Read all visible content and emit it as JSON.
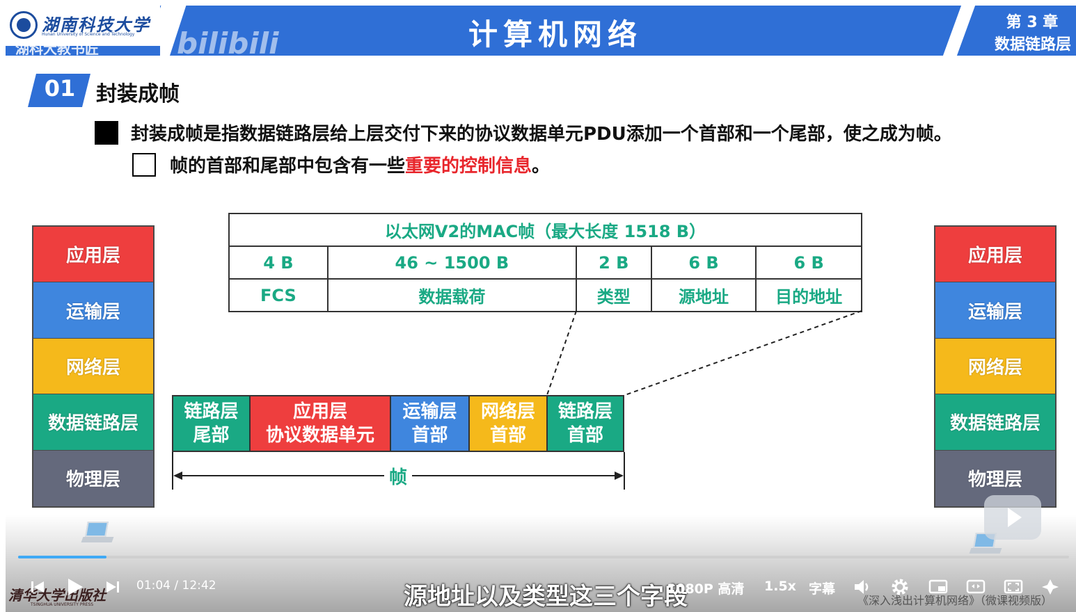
{
  "header": {
    "university_cn": "湖南科技大学",
    "university_en": "Hunan University of Science and Technology",
    "college": "湖科大教书匠",
    "watermark": "bilibili",
    "title": "计算机网络",
    "chapter_num": "第 3 章",
    "chapter_name": "数据链路层",
    "bg_color": "#2f6fd6"
  },
  "section": {
    "number": "01",
    "title": "封装成帧"
  },
  "bullets": {
    "main": "封装成帧是指数据链路层给上层交付下来的协议数据单元PDU添加一个首部和一个尾部，使之成为帧。",
    "sub_prefix": "帧的首部和尾部中包含有一些",
    "sub_highlight": "重要的控制信息",
    "sub_suffix": "。"
  },
  "stack_left": [
    "应用层",
    "运输层",
    "网络层",
    "数据链路层",
    "物理层"
  ],
  "stack_right": [
    "应用层",
    "运输层",
    "网络层",
    "数据链路层",
    "物理层"
  ],
  "mac_table": {
    "caption": "以太网V2的MAC帧（最大长度 1518 B）",
    "sizes": [
      "4 B",
      "46 ~ 1500 B",
      "2 B",
      "6 B",
      "6 B"
    ],
    "fields": [
      "FCS",
      "数据载荷",
      "类型",
      "源地址",
      "目的地址"
    ],
    "text_color": "#1aa984"
  },
  "frame": {
    "segments": [
      {
        "line1": "链路层",
        "line2": "尾部"
      },
      {
        "line1": "应用层",
        "line2": "协议数据单元"
      },
      {
        "line1": "运输层",
        "line2": "首部"
      },
      {
        "line1": "网络层",
        "line2": "首部"
      },
      {
        "line1": "链路层",
        "line2": "首部"
      }
    ],
    "label": "帧"
  },
  "player": {
    "current_time": "01:04",
    "separator": "/",
    "total_time": "12:42",
    "progress_fraction": 0.084,
    "subtitle": "源地址以及类型这三个字段",
    "quality": "1080P 高清",
    "speed": "1.5x",
    "captions": "字幕",
    "accent": "#3fa9f5"
  },
  "footer": {
    "publisher": "清华大学出版社",
    "publisher_en": "TSINGHUA UNIVERSITY PRESS",
    "book": "《深入浅出计算机网络》（微课视频版）"
  },
  "icons": [
    "prev-icon",
    "play-icon",
    "next-icon",
    "volume-icon",
    "settings-icon",
    "pip-icon",
    "widescreen-icon",
    "fullscreen-icon",
    "danmaku-icon"
  ]
}
